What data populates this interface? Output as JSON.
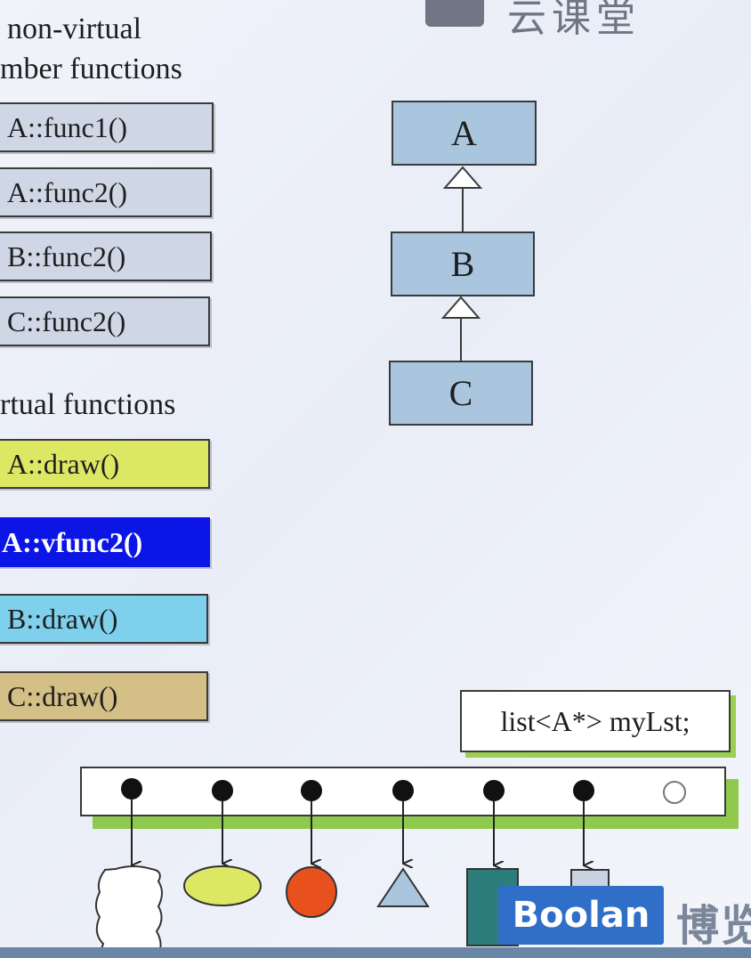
{
  "watermark": {
    "text": "云课堂"
  },
  "headings": {
    "non_virtual_line1": "non-virtual",
    "non_virtual_line2": "mber functions",
    "virtual": "rtual functions"
  },
  "non_virtual_functions": [
    "A::func1()",
    "A::func2()",
    "B::func2()",
    "C::func2()"
  ],
  "virtual_functions": [
    {
      "label": "A::draw()",
      "color": "#dce863"
    },
    {
      "label": "A::vfunc2()",
      "color": "#0b16e6"
    },
    {
      "label": "B::draw()",
      "color": "#7fd0ec"
    },
    {
      "label": "C::draw()",
      "color": "#d4bf86"
    }
  ],
  "classes": [
    "A",
    "B",
    "C"
  ],
  "container": {
    "declaration": "list<A*> myLst;"
  },
  "shapes": [
    {
      "kind": "cloud",
      "color": "#ffffff"
    },
    {
      "kind": "ellipse",
      "color": "#dce863"
    },
    {
      "kind": "circle",
      "color": "#e8501e"
    },
    {
      "kind": "triangle",
      "color": "#a9c6de"
    },
    {
      "kind": "square",
      "color": "#2e7d7d"
    },
    {
      "kind": "rectangle",
      "color": "#c9d3e2"
    }
  ],
  "logo": {
    "brand": "Boolan",
    "cn": "博览"
  }
}
